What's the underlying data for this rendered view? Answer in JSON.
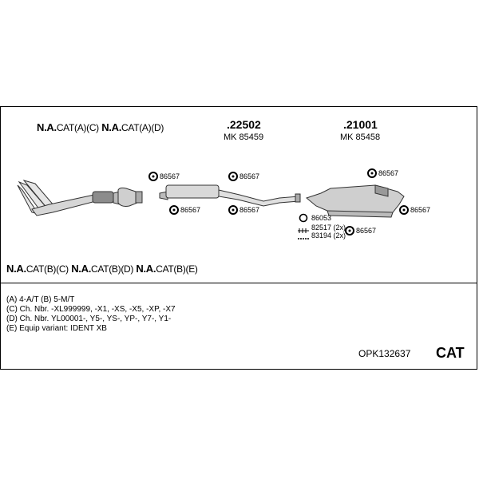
{
  "labels_top": {
    "left": [
      {
        "bold": "N.A.",
        "rest": "CAT(A)(C)"
      },
      {
        "bold": "N.A.",
        "rest": "CAT(A)(D)"
      }
    ],
    "mid": {
      "part": ".22502",
      "mk": "MK 85459"
    },
    "right": {
      "part": ".21001",
      "mk": "MK 85458"
    }
  },
  "labels_bottom": [
    {
      "bold": "N.A.",
      "rest": "CAT(B)(C)"
    },
    {
      "bold": "N.A.",
      "rest": "CAT(B)(D)"
    },
    {
      "bold": "N.A.",
      "rest": "CAT(B)(E)"
    }
  ],
  "small_parts": {
    "h1": "86567",
    "h2": "86567",
    "h3": "86567",
    "h4": "86567",
    "h5": "86567",
    "h6": "86567",
    "h7": "86567",
    "ring": "86053",
    "clamp1": "82517 (2x)",
    "clamp2": "83194 (2x)"
  },
  "notes": [
    "(A) 4-A/T (B) 5-M/T",
    "(C) Ch. Nbr. -XL999999, -X1, -XS, -X5, -XP, -X7",
    "(D) Ch. Nbr. YL00001-, Y5-, YS-, YP-, Y7-, Y1-",
    "(E) Equip variant: IDENT XB"
  ],
  "footer": {
    "code": "OPK132637",
    "category": "CAT"
  }
}
